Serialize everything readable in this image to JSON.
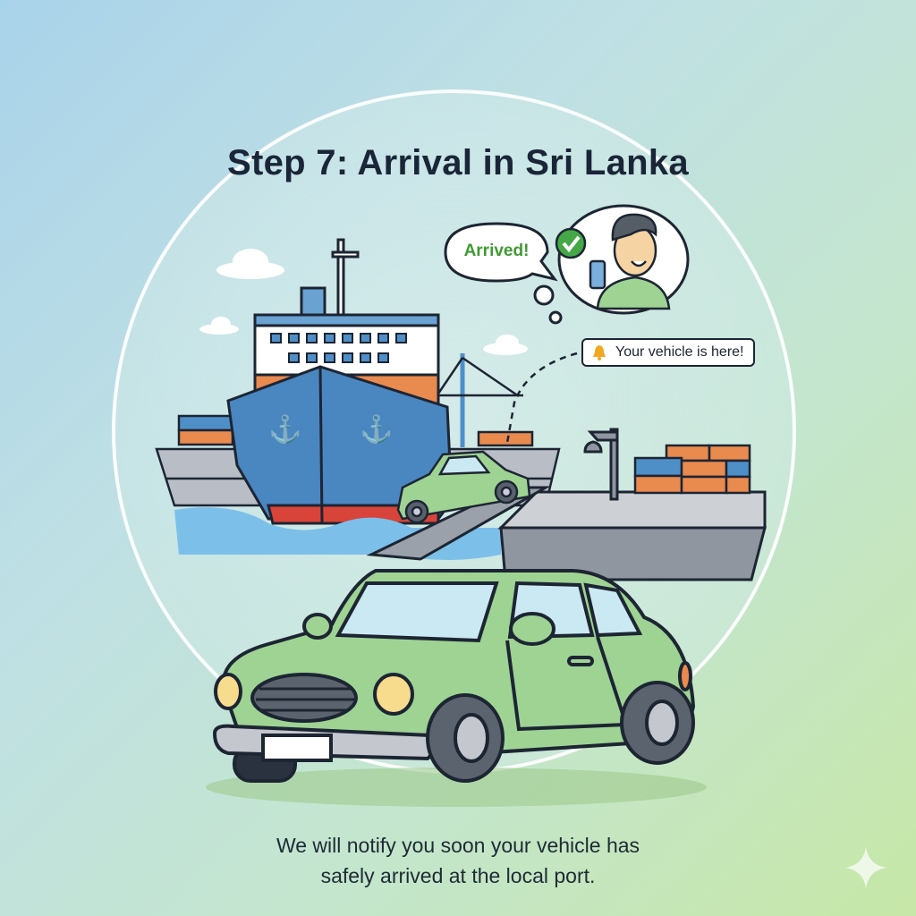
{
  "title": "Step 7: Arrival in Sri Lanka",
  "speech_bubble": {
    "text": "Arrived!",
    "icon": "check-circle-icon"
  },
  "notification": {
    "text": "Your vehicle is here!",
    "icon": "bell-icon"
  },
  "caption": {
    "line1": "We will notify you soon your vehicle has",
    "line2": "safely arrived at the local port."
  },
  "colors": {
    "title": "#1a2638",
    "arrived_green": "#3f9b32",
    "check_green": "#43a845",
    "bell": "#f2a720",
    "ship_hull": "#4a86c0",
    "ship_bottom": "#d9443a",
    "car": "#9ed394",
    "container_orange": "#e98a4f",
    "container_blue": "#4f8fc8"
  },
  "illustration": {
    "elements": [
      "cargo-ship",
      "harbor-crane",
      "port-dock",
      "containers",
      "small-car-on-ramp",
      "large-green-car",
      "person-with-phone",
      "clouds",
      "street-lamp"
    ]
  }
}
